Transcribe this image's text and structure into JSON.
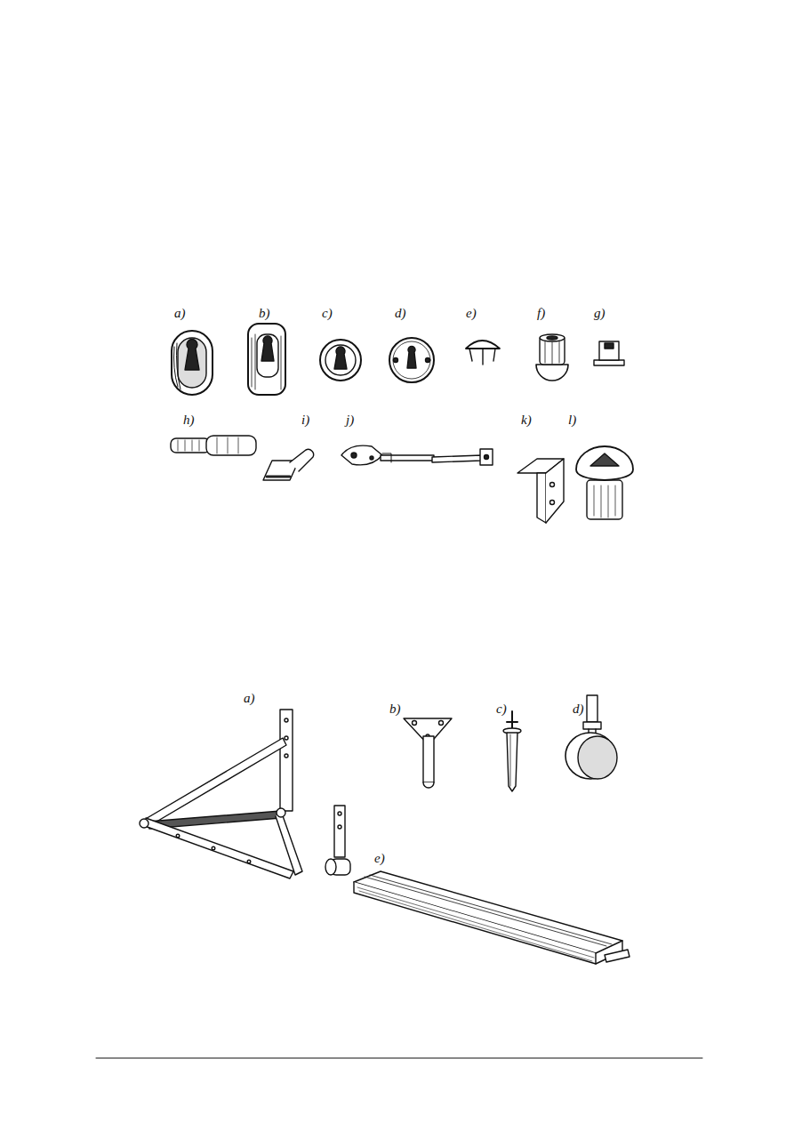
{
  "diagram": {
    "labels": [
      "a)",
      "b)",
      "c)",
      "d)",
      "e)",
      "f)",
      "g)",
      "h)",
      "i)",
      "j)",
      "k)",
      "l)",
      "a)",
      "b)",
      "c)",
      "d)",
      "e)"
    ]
  }
}
